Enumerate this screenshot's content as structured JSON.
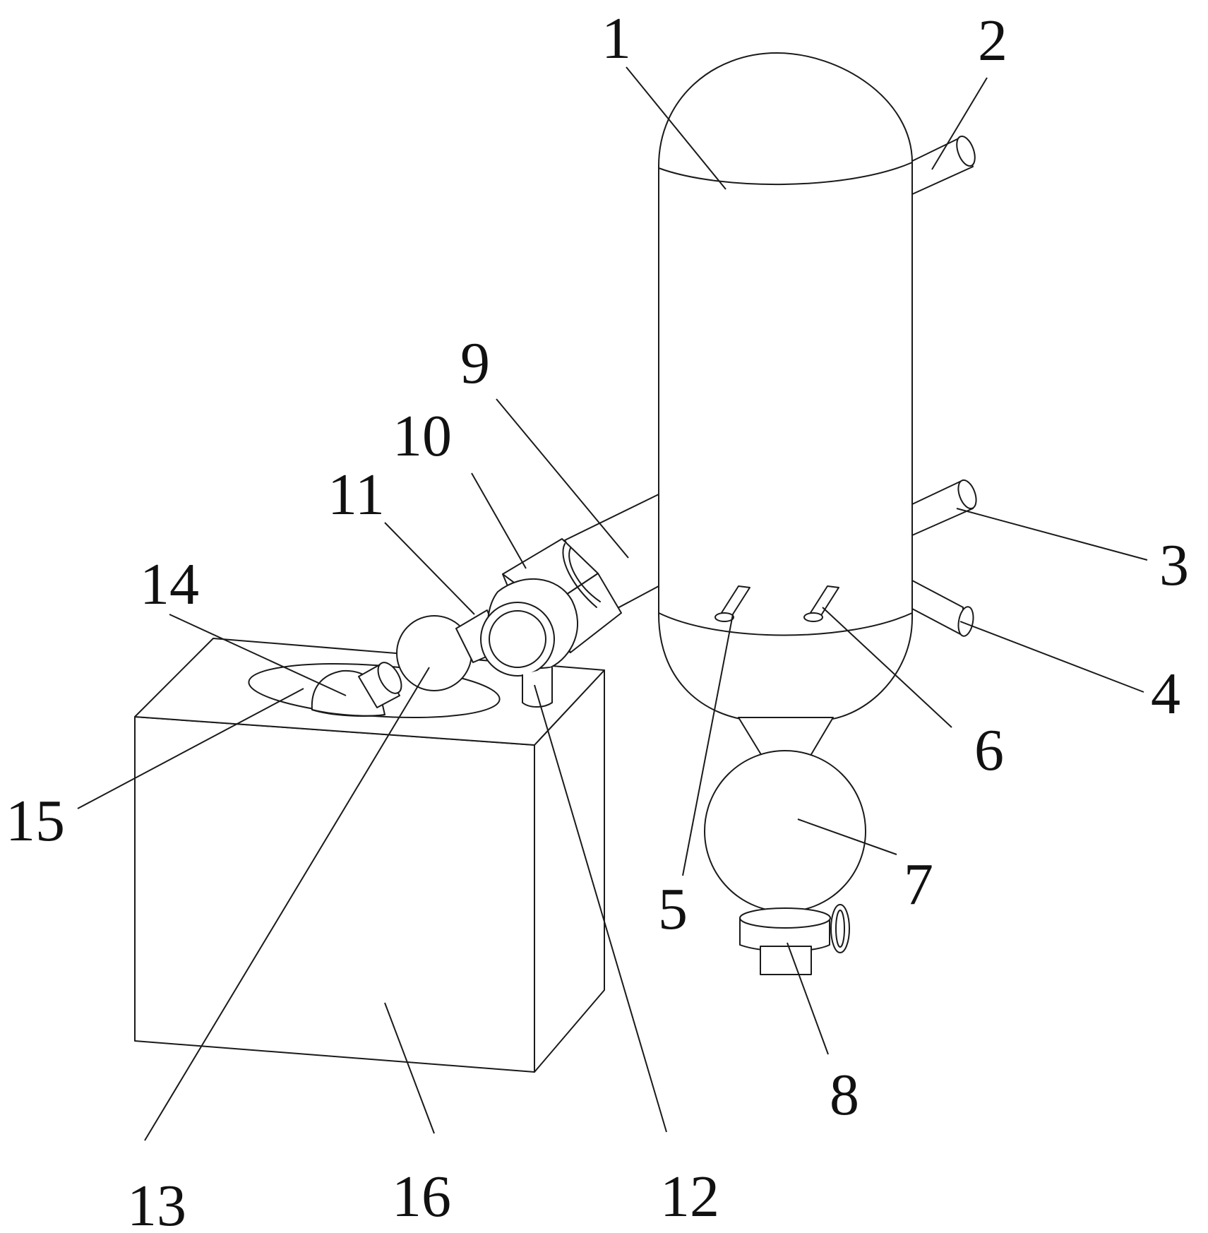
{
  "diagram": {
    "labels": [
      {
        "id": "1",
        "text": "1"
      },
      {
        "id": "2",
        "text": "2"
      },
      {
        "id": "3",
        "text": "3"
      },
      {
        "id": "4",
        "text": "4"
      },
      {
        "id": "5",
        "text": "5"
      },
      {
        "id": "6",
        "text": "6"
      },
      {
        "id": "7",
        "text": "7"
      },
      {
        "id": "8",
        "text": "8"
      },
      {
        "id": "9",
        "text": "9"
      },
      {
        "id": "10",
        "text": "10"
      },
      {
        "id": "11",
        "text": "11"
      },
      {
        "id": "12",
        "text": "12"
      },
      {
        "id": "13",
        "text": "13"
      },
      {
        "id": "14",
        "text": "14"
      },
      {
        "id": "15",
        "text": "15"
      },
      {
        "id": "16",
        "text": "16"
      }
    ]
  }
}
